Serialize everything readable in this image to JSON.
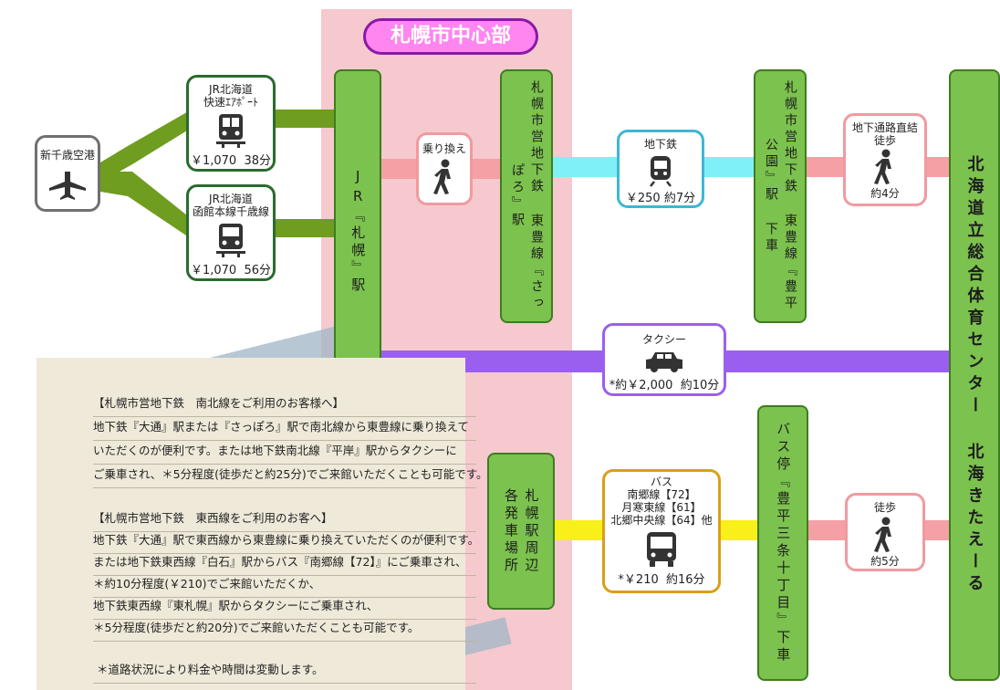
{
  "zone_title": "札幌市中心部",
  "airport": {
    "label": "新千歳空港"
  },
  "routes_jr": [
    {
      "title_line1": "JR北海道",
      "title_line2": "快速ｴｱﾎﾟｰﾄ",
      "fare": "￥1,070",
      "time": "38分"
    },
    {
      "title_line1": "JR北海道",
      "title_line2": "函館本線千歳線",
      "fare": "￥1,070",
      "time": "56分"
    }
  ],
  "stations": {
    "jr_sapporo": "JR『札幌』駅",
    "sapporo_subway": "札幌市営地下鉄 東豊線『さっぽろ』駅",
    "toyohira_koen": "札幌市営地下鉄 東豊線『豊平公園』駅 下車",
    "busstop": "バス停『豊平三条十丁目』下車",
    "bus_terminal": "札幌駅周辺各発車場所",
    "destination": "北海道立総合体育センター 北海きたえーる"
  },
  "transfer": {
    "label": "乗り換え"
  },
  "subway": {
    "title": "地下鉄",
    "fare": "￥250",
    "time": "約7分"
  },
  "walk1": {
    "title_line1": "地下通路直結",
    "title_line2": "徒歩",
    "time": "約4分"
  },
  "taxi": {
    "title": "タクシー",
    "mark": "*",
    "fare": "約￥2,000",
    "time": "約10分"
  },
  "bus": {
    "title": "バス",
    "line1": "南郷線【72】",
    "line2": "月寒東線【61】",
    "line3": "北郷中央線【64】他",
    "mark": "*",
    "fare": "￥210",
    "time": "約16分"
  },
  "walk2": {
    "title": "徒歩",
    "time": "約5分"
  },
  "notes": {
    "namboku_heading": "【札幌市営地下鉄　南北線をご利用のお客様へ】",
    "namboku_lines": [
      "地下鉄『大通』駅または『さっぽろ』駅で南北線から東豊線に乗り換えて",
      "いただくのが便利です。または地下鉄南北線『平岸』駅からタクシーに",
      "ご乗車され、＊5分程度(徒歩だと約25分)でご来館いただくことも可能です。"
    ],
    "tozai_heading": "【札幌市営地下鉄　東西線をご利用のお客へ】",
    "tozai_lines": [
      "地下鉄『大通』駅で東西線から東豊線に乗り換えていただくのが便利です。",
      "または地下鉄東西線『白石』駅からバス『南郷線【72】』にご乗車され、",
      "＊約10分程度(￥210)でご来館いただくか、",
      "地下鉄東西線『東札幌』駅からタクシーにご乗車され、",
      "＊5分程度(徒歩だと約20分)でご来館いただくことも可能です。"
    ],
    "footnote": "＊道路状況により料金や時間は変動します。"
  },
  "colors": {
    "jr": "#6e9d1f",
    "walk": "#f4a0a4",
    "subway": "#7ff1f6",
    "taxi": "#9b5ff0",
    "bus": "#f9ef1a",
    "green": "#7cc24e",
    "zone": "#f6c9cf"
  }
}
